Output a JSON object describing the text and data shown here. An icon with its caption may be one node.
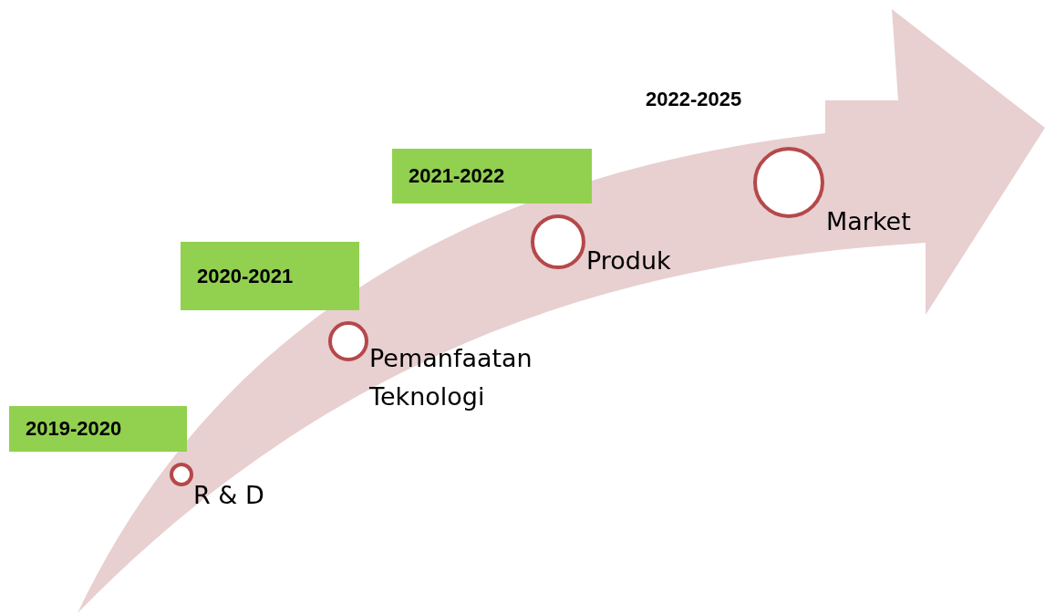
{
  "diagram": {
    "nodes": [
      {
        "text": [
          "2019-2020"
        ]
      },
      {
        "text": [
          "2020-2021"
        ]
      },
      {
        "text": [
          "2021-2022"
        ]
      },
      {
        "text": [],
        "shape": "circle",
        "beside": [
          "R & D"
        ]
      },
      {
        "text": [],
        "shape": "circle",
        "beside": [
          "Pemanfaatan Teknologi"
        ]
      },
      {
        "text": [],
        "shape": "circle",
        "beside": [
          "Produk"
        ]
      },
      {
        "text": [],
        "shape": "circle",
        "beside": [
          "Market"
        ]
      }
    ],
    "labels": [
      "2022-2025"
    ]
  }
}
